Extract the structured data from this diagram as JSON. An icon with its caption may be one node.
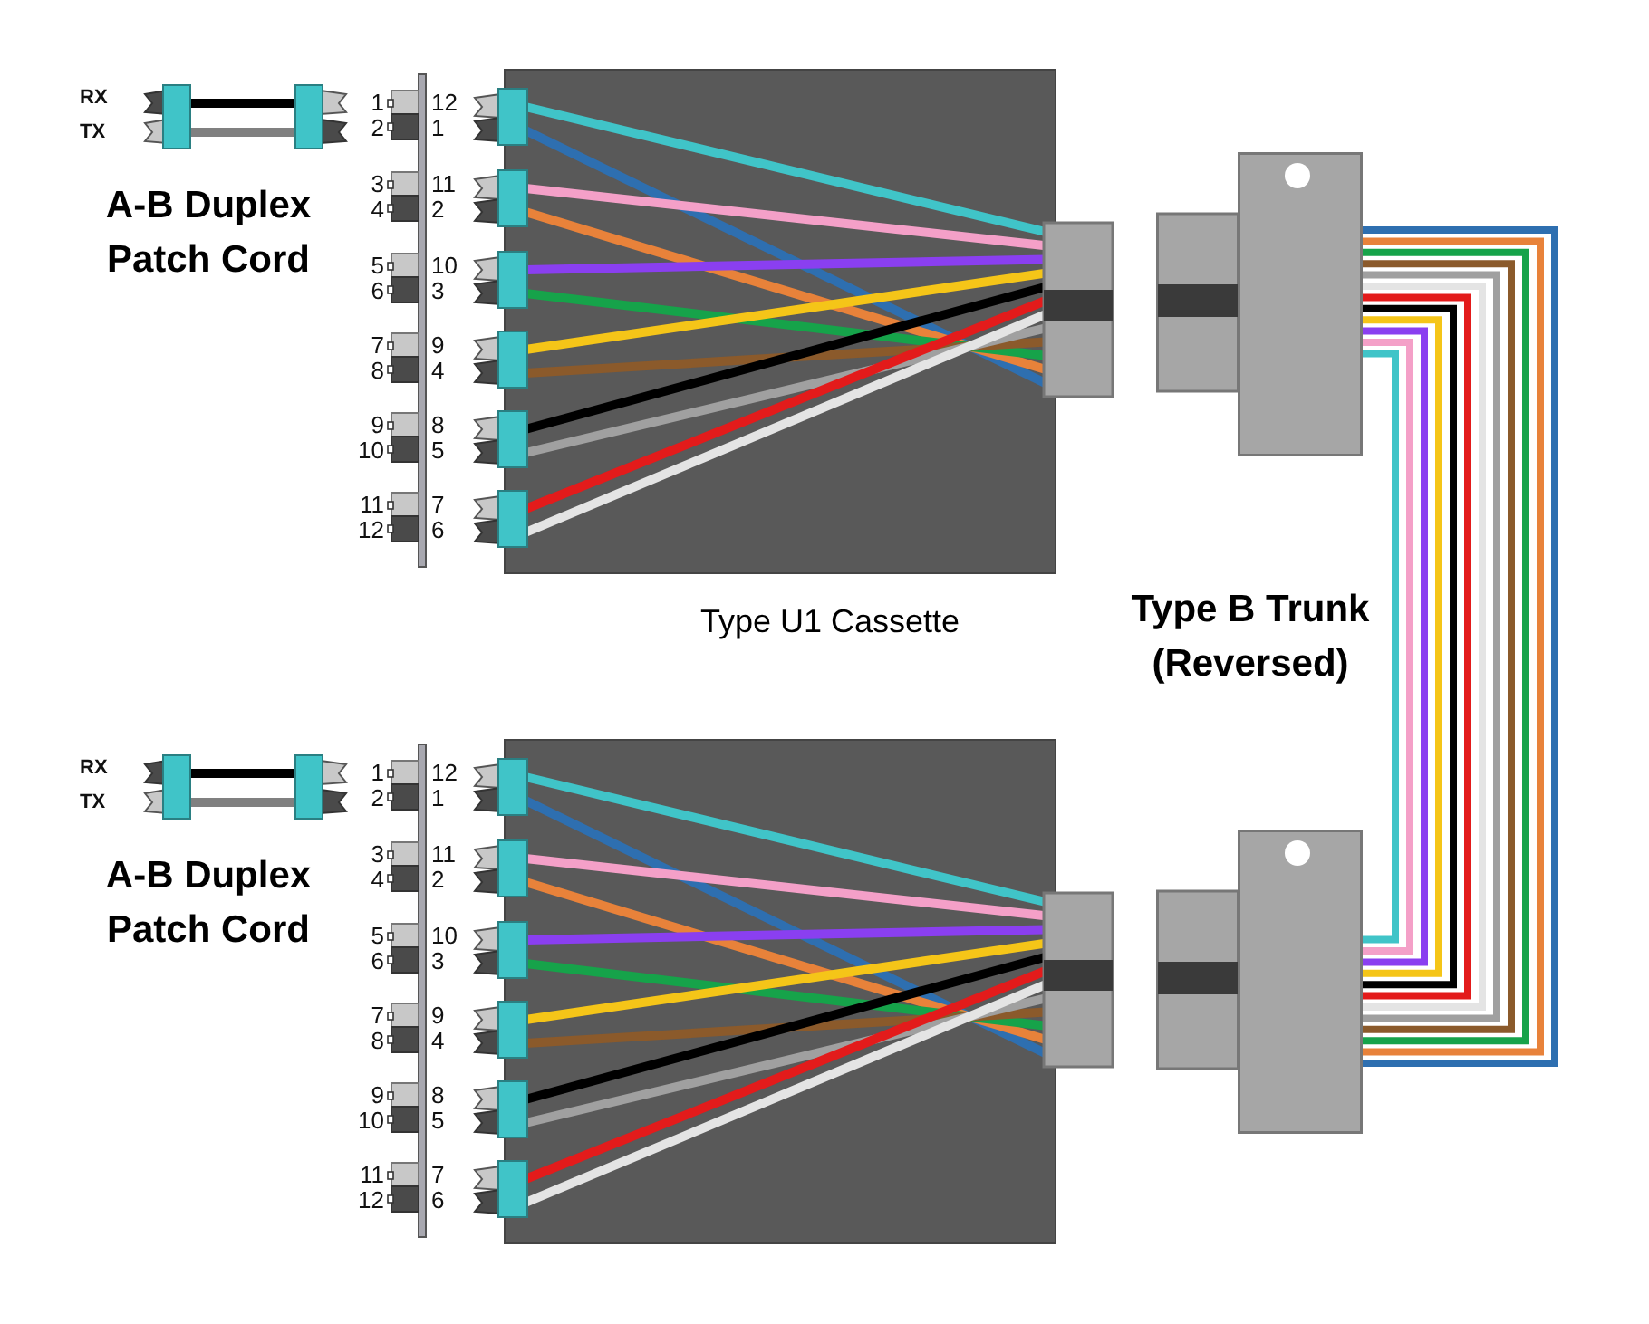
{
  "diagram": {
    "nodes": [
      {
        "text": [
          "A-B Duplex Patch Cord"
        ],
        "beside": [
          "RX",
          "TX"
        ]
      },
      {
        "text": [
          "Type U1 Cassette"
        ]
      },
      {
        "text": [],
        "shape": "box"
      },
      {
        "text": [
          "A-B Duplex Patch Cord"
        ],
        "beside": [
          "RX",
          "TX"
        ]
      },
      {
        "text": [],
        "shape": "box"
      },
      {
        "text": [],
        "shape": "box"
      }
    ],
    "edges": [
      {
        "from": 2,
        "to": 5,
        "arrow": "none"
      }
    ],
    "labels": [
      "1",
      "12",
      "2",
      "1",
      "3",
      "11",
      "4",
      "2",
      "5",
      "10",
      "6",
      "3",
      "7",
      "9",
      "8",
      "4",
      "9",
      "8",
      "10",
      "5",
      "11",
      "7",
      "12",
      "6",
      "Type B Trunk (Reversed)",
      "1",
      "12",
      "2",
      "1",
      "3",
      "11",
      "4",
      "2",
      "5",
      "10",
      "6",
      "3",
      "7",
      "9",
      "8",
      "4",
      "9",
      "8",
      "10",
      "5",
      "11",
      "7",
      "12",
      "6"
    ]
  }
}
